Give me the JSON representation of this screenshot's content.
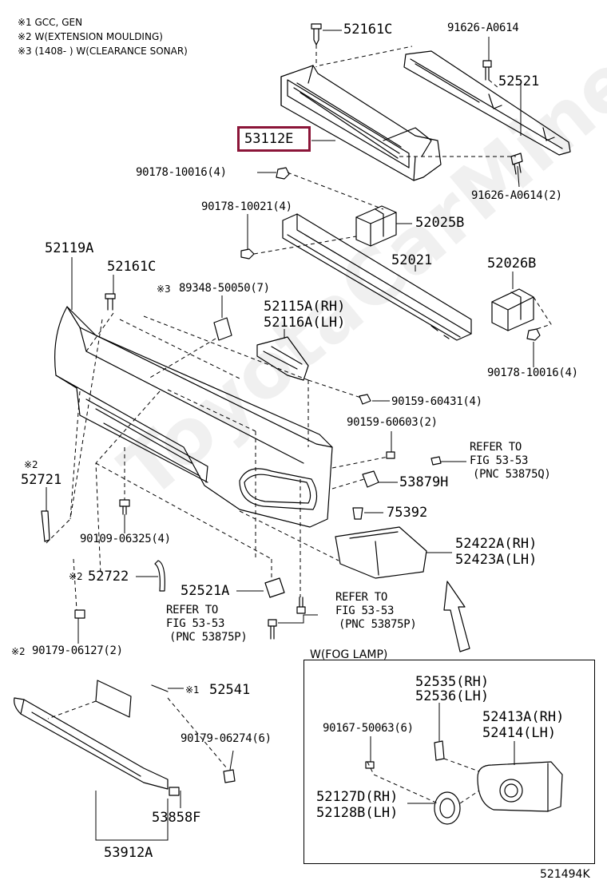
{
  "notes": {
    "n1": "※1 GCC, GEN",
    "n2": "※2 W(EXTENSION MOULDING)",
    "n3": "※3 (1408-      ) W(CLEARANCE SONAR)"
  },
  "watermark": "ToyotaCarMine.ru",
  "catalog_number": "521494K",
  "inset": {
    "title": "W(FOG LAMP)"
  },
  "labels": {
    "p52161C_top": "52161C",
    "p91626A0614": "91626-A0614",
    "p52521": "52521",
    "p53112E": "53112E",
    "p90178_10016_a": "90178-10016(4)",
    "p91626A0614_2": "91626-A0614(2)",
    "p90178_10021": "90178-10021(4)",
    "p52025B": "52025B",
    "p52119A": "52119A",
    "p52021": "52021",
    "p52161C_left": "52161C",
    "p52026B": "52026B",
    "p89348_mark": "※3",
    "p89348": "89348-50050(7)",
    "p52115A": "52115A(RH)",
    "p52116A": "52116A(LH)",
    "p90178_10016_b": "90178-10016(4)",
    "p90159_60431": "90159-60431(4)",
    "p90159_60603": "90159-60603(2)",
    "ref1_a": "REFER TO",
    "ref1_b": "FIG 53-53",
    "ref1_c": "(PNC 53875Q)",
    "p52721_mark": "※2",
    "p52721": "52721",
    "p53879H": "53879H",
    "p75392": "75392",
    "p90109_06325": "90109-06325(4)",
    "p52422A": "52422A(RH)",
    "p52423A": "52423A(LH)",
    "p52722_mark": "※2",
    "p52722": "52722",
    "p52521A": "52521A",
    "ref2_a": "REFER TO",
    "ref2_b": "FIG 53-53",
    "ref2_c": "(PNC 53875P)",
    "ref3_a": "REFER TO",
    "ref3_b": "FIG 53-53",
    "ref3_c": "(PNC 53875P)",
    "p90179_06127_mark": "※2",
    "p90179_06127": "90179-06127(2)",
    "p52541_mark": "※1",
    "p52541": "52541",
    "p90179_06274": "90179-06274(6)",
    "p53858F": "53858F",
    "p53912A": "53912A",
    "p52535": "52535(RH)",
    "p52536": "52536(LH)",
    "p90167_50063": "90167-50063(6)",
    "p52413A": "52413A(RH)",
    "p52414": "52414(LH)",
    "p52127D": "52127D(RH)",
    "p52128B": "52128B(LH)"
  }
}
